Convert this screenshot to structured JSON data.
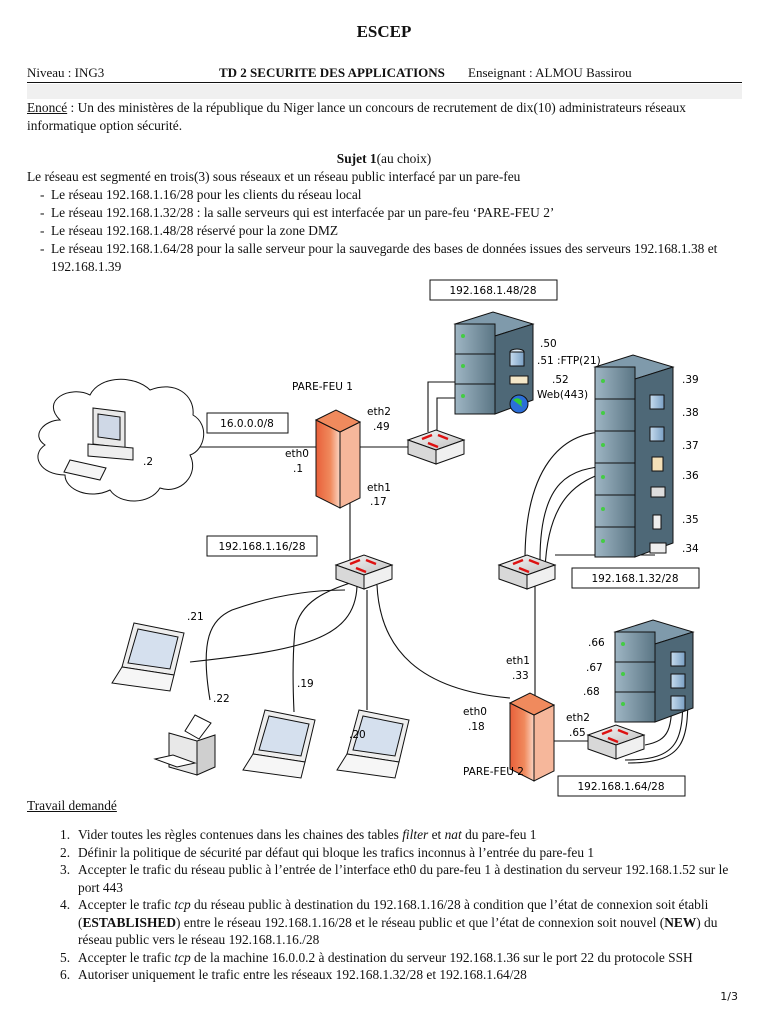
{
  "header": {
    "school": "ESCEP",
    "level": "Niveau : ING3",
    "course": "TD 2 SECURITE DES  APPLICATIONS",
    "teacher": "Enseignant : ALMOU Bassirou"
  },
  "enonce": {
    "label": "Enoncé",
    "text": " : Un des ministères de la république du Niger lance un concours de recrutement de dix(10) administrateurs réseaux informatique option sécurité."
  },
  "sujet": {
    "title_bold": "Sujet 1",
    "title_rest": "(au choix)",
    "intro": "Le réseau est segmenté en trois(3) sous réseaux et un réseau public interfacé par un pare-feu",
    "items": [
      "Le réseau 192.168.1.16/28 pour les clients du réseau local",
      "Le réseau 192.168.1.32/28 : la salle serveurs qui est interfacée par un pare-feu ‘PARE-FEU 2’",
      "Le réseau 192.168.1.48/28 réservé pour la zone DMZ",
      "Le réseau 192.168.1.64/28 pour la salle serveur pour la sauvegarde des bases de données issues des serveurs 192.168.1.38 et 192.168.1.39"
    ]
  },
  "diagram": {
    "networks": {
      "dmz": "192.168.1.48/28",
      "public": "16.0.0.0/8",
      "lan": "192.168.1.16/28",
      "servers": "192.168.1.32/28",
      "backup": "192.168.1.64/28"
    },
    "firewall1": {
      "name": "PARE-FEU 1",
      "eth0": "eth0",
      "eth0_ip": ".1",
      "eth1": "eth1",
      "eth1_ip": ".17",
      "eth2": "eth2",
      "eth2_ip": ".49"
    },
    "firewall2": {
      "name": "PARE-FEU 2",
      "eth0": "eth0",
      "eth0_ip": ".18",
      "eth1": "eth1",
      "eth1_ip": ".33",
      "eth2": "eth2",
      "eth2_ip": ".65"
    },
    "public_host": ".2",
    "dmz_servers": [
      ".50",
      ".51 :FTP(21)",
      ".52",
      "Web(443)"
    ],
    "server_room": [
      ".39",
      ".38",
      ".37",
      ".36",
      ".35",
      ".34"
    ],
    "backup_servers": [
      ".66",
      ".67",
      ".68"
    ],
    "lan_hosts": [
      ".21",
      ".22",
      ".19",
      ".20"
    ]
  },
  "travail": {
    "title": "Travail demandé",
    "tasks": [
      {
        "num": "1.",
        "parts": [
          [
            "t",
            "Vider toutes les règles contenues dans les chaines des tables "
          ],
          [
            "i",
            "filter"
          ],
          [
            "t",
            "  et "
          ],
          [
            "i",
            "nat"
          ],
          [
            "t",
            " du pare-feu 1"
          ]
        ]
      },
      {
        "num": "2.",
        "parts": [
          [
            "t",
            "Définir la politique de sécurité par défaut qui bloque les trafics inconnus à l’entrée du pare-feu 1"
          ]
        ]
      },
      {
        "num": "3.",
        "parts": [
          [
            "t",
            "Accepter le trafic du réseau public à l’entrée de l’interface eth0 du pare-feu 1 à destination du serveur 192.168.1.52 sur le port 443"
          ]
        ]
      },
      {
        "num": "4.",
        "parts": [
          [
            "t",
            "Accepter le trafic "
          ],
          [
            "i",
            "tcp"
          ],
          [
            "t",
            " du réseau public à destination du 192.168.1.16/28 à condition que l’état de connexion soit établi ("
          ],
          [
            "b",
            "ESTABLISHED"
          ],
          [
            "t",
            ") entre le réseau 192.168.1.16/28 et le réseau public et que l’état de connexion soit nouvel ("
          ],
          [
            "b",
            "NEW"
          ],
          [
            "t",
            ") du réseau public vers le réseau 192.168.1.16./28"
          ]
        ]
      },
      {
        "num": "5.",
        "parts": [
          [
            "t",
            "Accepter le trafic "
          ],
          [
            "i",
            "tcp"
          ],
          [
            "t",
            " de la machine 16.0.0.2 à destination du serveur 192.168.1.36 sur le port 22 du protocole SSH"
          ]
        ]
      },
      {
        "num": "6.",
        "parts": [
          [
            "t",
            "Autoriser uniquement le trafic entre les réseaux 192.168.1.32/28 et 192.168.1.64/28"
          ]
        ]
      }
    ]
  },
  "footer": {
    "page": "1/3"
  }
}
